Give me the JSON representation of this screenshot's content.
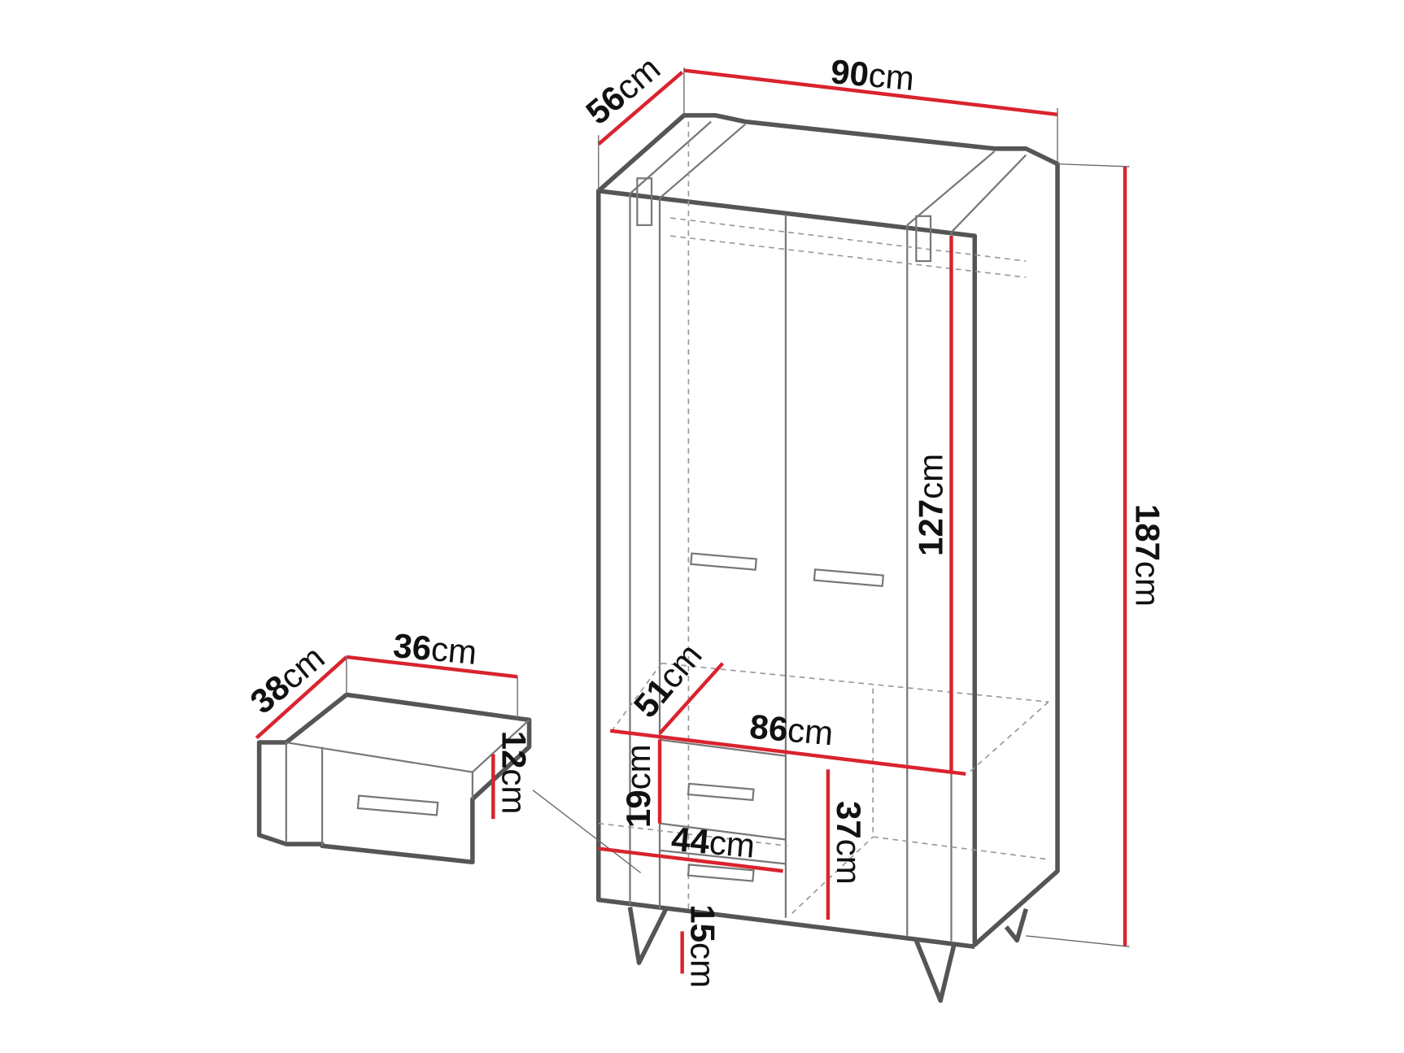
{
  "unit": "cm",
  "accent_color": "#d9232e",
  "wardrobe": {
    "depth": "56",
    "width": "90",
    "height": "187",
    "door_height": "127",
    "inner_depth": "51",
    "inner_width": "86",
    "upper_drawer_height": "19",
    "compartment_height": "37",
    "drawer_width": "44",
    "leg_height": "15"
  },
  "drawer": {
    "depth": "38",
    "width": "36",
    "height": "12"
  }
}
